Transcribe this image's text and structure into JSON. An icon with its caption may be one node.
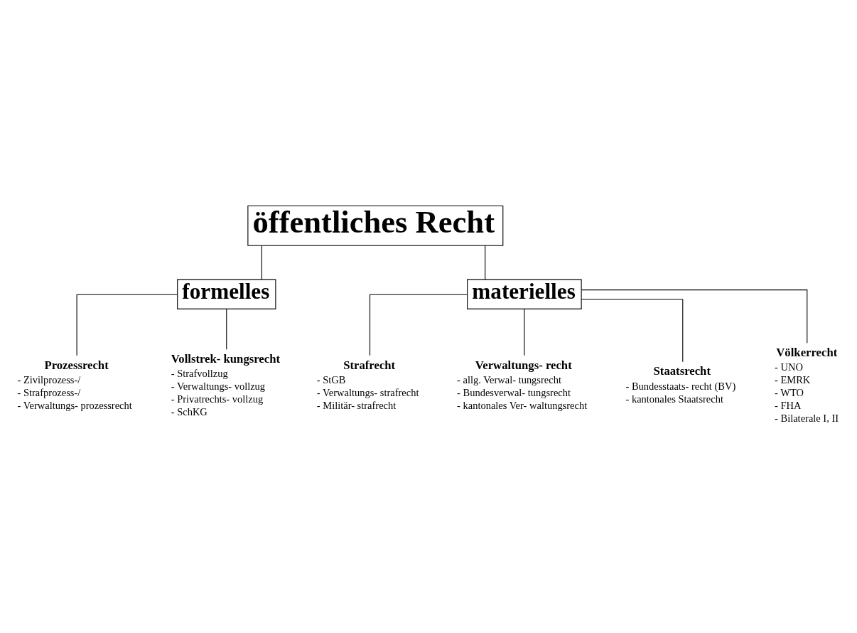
{
  "diagram": {
    "nodes": [
      {
        "text": [
          "öffentliches Recht"
        ]
      },
      {
        "text": [
          "formelles"
        ]
      },
      {
        "text": [
          "materielles"
        ]
      },
      {
        "text": [
          "Prozessrecht",
          "- Zivilprozess-/",
          "- Strafprozess-/",
          "- Verwaltungs- prozessrecht"
        ]
      },
      {
        "text": [
          "Vollstrek- kungsrecht",
          "- Strafvollzug",
          "- Verwaltungs- vollzug",
          "- Privatrechts- vollzug",
          "- SchKG"
        ]
      },
      {
        "text": [
          "Strafrecht",
          "- StGB",
          "- Verwaltungs- strafrecht",
          "- Militär- strafrecht"
        ]
      },
      {
        "text": [
          "Verwaltungs- recht",
          "- allg. Verwal- tungsrecht",
          "- Bundesverwal- tungsrecht",
          "- kantonales Ver- waltungsrecht"
        ]
      },
      {
        "text": [
          "Staatsrecht",
          "- Bundesstaats- recht (BV)",
          "- kantonales Staatsrecht"
        ]
      },
      {
        "text": [
          "Völkerrecht",
          "- UNO",
          "- EMRK",
          "- WTO",
          "- FHA",
          "- Bilaterale I, II"
        ]
      }
    ],
    "edges": [
      {
        "from": 0,
        "to": 1,
        "arrow": "none"
      },
      {
        "from": 0,
        "to": 2,
        "arrow": "none"
      },
      {
        "from": 1,
        "to": 3,
        "arrow": "none"
      },
      {
        "from": 1,
        "to": 4,
        "arrow": "none"
      },
      {
        "from": 2,
        "to": 5,
        "arrow": "none"
      },
      {
        "from": 2,
        "to": 6,
        "arrow": "none"
      },
      {
        "from": 2,
        "to": 7,
        "arrow": "none"
      },
      {
        "from": 2,
        "to": 8,
        "arrow": "none"
      }
    ]
  }
}
